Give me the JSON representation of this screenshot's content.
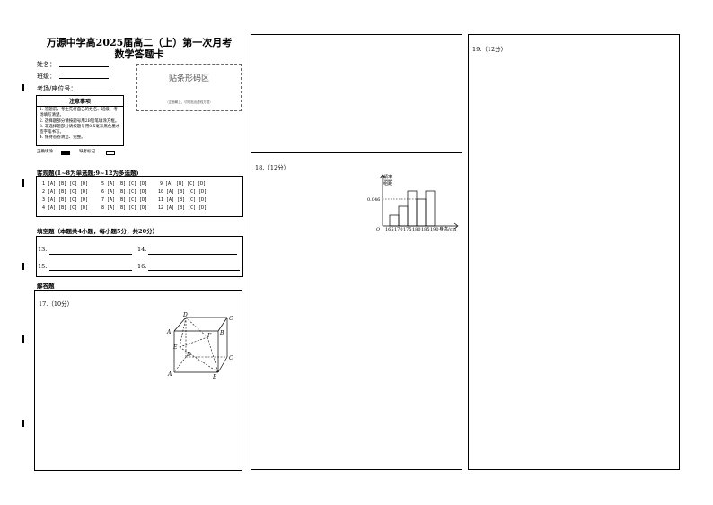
{
  "header": {
    "title": "万源中学高2025届高二（上）第一次月考",
    "subtitle": "数学答题卡"
  },
  "student": {
    "name_label": "姓名：",
    "class_label": "班级：",
    "seat_label": "考场/座位号："
  },
  "barcode": {
    "title": "贴条形码区",
    "note": "（正面朝上，切勿贴出虚线方框）"
  },
  "notice": {
    "title": "注意事项",
    "items": [
      "1. 答题前，考生先将自己的姓名、班级、考场填写清楚。",
      "2. 选择题部分请按题号用2B铅笔填涂方框。",
      "3. 非选择题部分请按题号用0.5毫米黑色墨水签字笔书写。",
      "4. 保持答卷清洁、完整。"
    ],
    "legend_filled": "正确填涂",
    "legend_missing": "缺考标记"
  },
  "choice": {
    "title": "客观题(1~8为单选题;9~12为多选题)",
    "rows": [
      [
        "1 [A] [B] [C] [D]",
        "5 [A] [B] [C] [D]",
        "9 [A] [B] [C] [D]"
      ],
      [
        "2 [A] [B] [C] [D]",
        "6 [A] [B] [C] [D]",
        "10 [A] [B] [C] [D]"
      ],
      [
        "3 [A] [B] [C] [D]",
        "7 [A] [B] [C] [D]",
        "11 [A] [B] [C] [D]"
      ],
      [
        "4 [A] [B] [C] [D]",
        "8 [A] [B] [C] [D]",
        "12 [A] [B] [C] [D]"
      ]
    ]
  },
  "fill": {
    "title": "填空题（本题共4小题，每小题5分，共20分）",
    "q13": "13.",
    "q14": "14.",
    "q15": "15.",
    "q16": "16."
  },
  "solve": {
    "title": "解答题",
    "q17": "17.（10分）",
    "q18": "18.（12分）",
    "q19": "19.（12分）"
  },
  "cube_labels": {
    "D1": "D",
    "C1": "C",
    "A1": "A",
    "B1": "B",
    "F": "F",
    "E": "E",
    "D": "D",
    "C": "C",
    "A": "A",
    "B": "B"
  },
  "histogram": {
    "ylabel_top": "频率",
    "ylabel_bottom": "组距",
    "ytick": "0.046",
    "origin": "O",
    "xticks": [
      "165",
      "170",
      "175",
      "180",
      "185",
      "190"
    ],
    "xunit": "身高/cm"
  }
}
